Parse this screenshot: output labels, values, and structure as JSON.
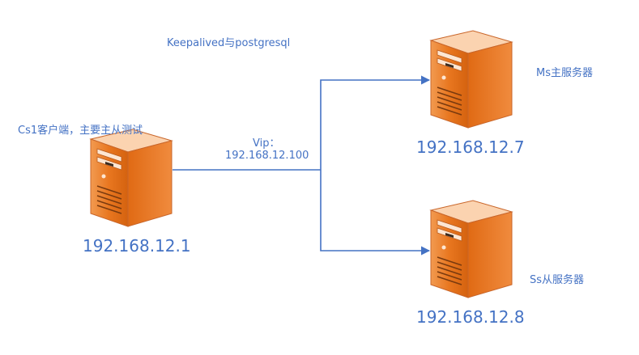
{
  "title": "Keepalived与postgresql",
  "client": {
    "label": "Cs1客户端，主要主从测试",
    "ip": "192.168.12.1"
  },
  "vip": {
    "label": "Vip：",
    "ip": "192.168.12.100"
  },
  "master": {
    "label": "Ms主服务器",
    "ip": "192.168.12.7"
  },
  "slave": {
    "label": "Ss从服务器",
    "ip": "192.168.12.8"
  },
  "colors": {
    "text": "#4472c4",
    "line": "#4472c4",
    "server_front": "#e4731d",
    "server_top": "#fbd0aa",
    "server_side": "#d86a18"
  }
}
